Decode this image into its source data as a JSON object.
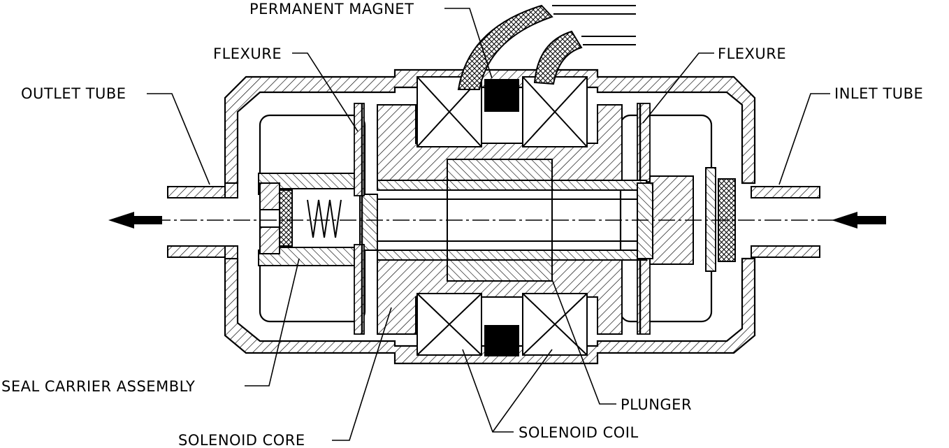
{
  "labels": {
    "permanent_magnet": "PERMANENT MAGNET",
    "flexure_left": "FLEXURE",
    "flexure_right": "FLEXURE",
    "outlet_tube": "OUTLET TUBE",
    "inlet_tube": "INLET TUBE",
    "seal_carrier_assembly": "SEAL CARRIER ASSEMBLY",
    "solenoid_core": "SOLENOID CORE",
    "plunger": "PLUNGER",
    "solenoid_coil": "SOLENOID COIL"
  },
  "colors": {
    "line": "#000000",
    "background": "#ffffff"
  }
}
